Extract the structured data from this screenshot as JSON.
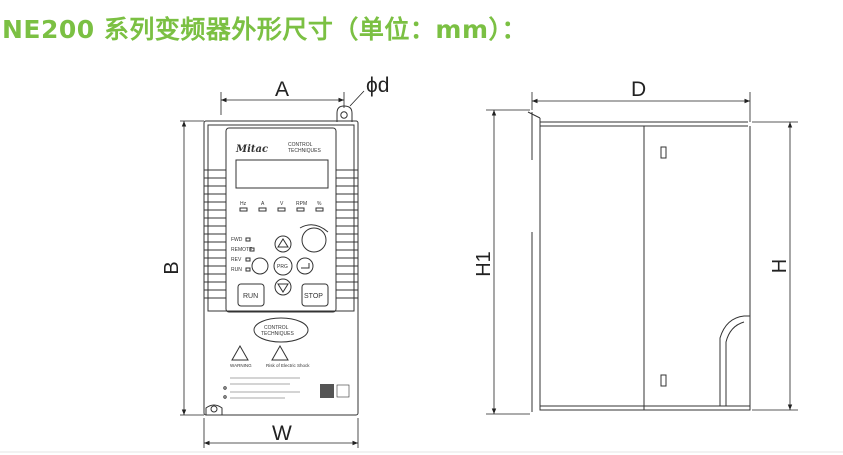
{
  "title": "NE200 系列变频器外形尺寸（单位：mm）：",
  "colors": {
    "title": "#7bc043",
    "line": "#333333"
  },
  "front_view": {
    "dim_width_top": "A",
    "dim_hole": "ϕd",
    "dim_height": "B",
    "dim_width_bottom": "W",
    "brand": "Mitac",
    "brand_sub_1": "CONTROL",
    "brand_sub_2": "TECHNIQUES",
    "indicators": [
      "Hz",
      "A",
      "V",
      "RPM",
      "%"
    ],
    "status_leds": [
      "FWD",
      "REMOTE",
      "REV",
      "RUN"
    ],
    "buttons": {
      "run": "RUN",
      "stop": "STOP",
      "prg": "PRG"
    },
    "badge_1": "CONTROL",
    "badge_2": "TECHNIQUES",
    "warning_left": "WARNING",
    "warning_right": "Risk of Electric Shock"
  },
  "side_view": {
    "dim_depth": "D",
    "dim_h1": "H1",
    "dim_h": "H"
  }
}
